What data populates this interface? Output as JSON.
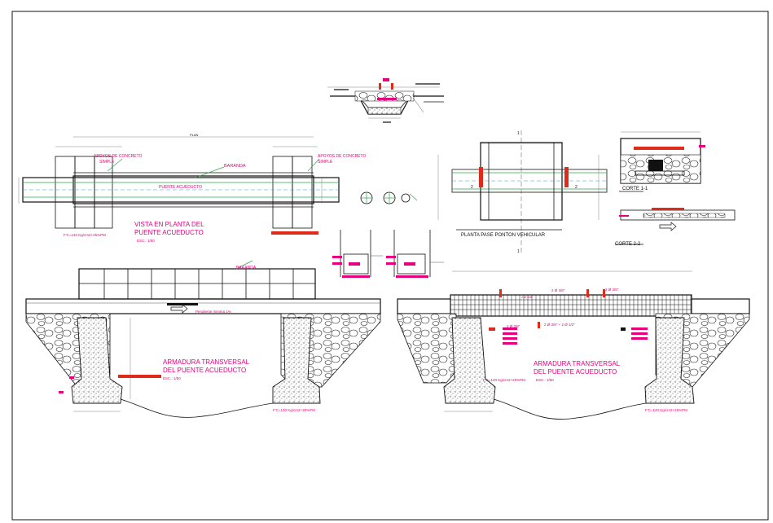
{
  "sheet": {
    "labels": {
      "plan_title_1": "VISTA EN PLANTA DEL",
      "plan_title_2": "PUENTE ACUEDUCTO",
      "plan_scale": "ESC.: 1/50",
      "plan_fc": "F'C=140 Kg/cm2+25%PM",
      "plan_apoyo_left_1": "APOYOS DE CONCRETO",
      "plan_apoyo_left_2": "SIMPLE",
      "plan_apoyo_right_1": "APOYOS DE CONCRETO",
      "plan_apoyo_right_2": "SIMPLE",
      "plan_baranda": "BARANDA",
      "plan_puente": "PUENTE ACUEDUCTO",
      "pontoon_title": "PLANTA PASE PONTON VEHICULAR",
      "corte_1": "CORTE 1-1",
      "corte_2": "CORTE 2-2",
      "elev_left_title_1": "ARMADURA TRANSVERSAL",
      "elev_left_title_2": "DEL PUENTE ACUEDUCTO",
      "elev_left_scale": "ESC.: 1/50",
      "elev_left_fc": "F'C=140 Kg/cm2+25%PM",
      "elev_left_baranda": "BARANDA",
      "elev_left_pendiente": "Pendiente minima 1%",
      "elev_right_title_1": "ARMADURA TRANSVERSAL",
      "elev_right_title_2": "DEL PUENTE ACUEDUCTO",
      "elev_right_scale": "ESC.: 1/50",
      "elev_right_fc_left": "F'C=140 Kg/cm2+25%PM",
      "elev_right_fc_right": "F'C=140 Kg/cm2+25%PM",
      "rebar_1": "2 Ø 3/8\"",
      "rebar_2": "2 Ø 3/8\"",
      "rebar_3": "2 Ø 3/8\"",
      "rebar_4": "2 Ø 3/8\" + 2 Ø 1/2\"",
      "rebar_5": "2 Ø 3/8\"",
      "section_1": "1",
      "section_2": "2"
    },
    "colors": {
      "magenta": "#e6007e",
      "red": "#e02a1a",
      "green": "#2aa84a",
      "cyan": "#28a6c8",
      "ink": "#111111"
    }
  }
}
